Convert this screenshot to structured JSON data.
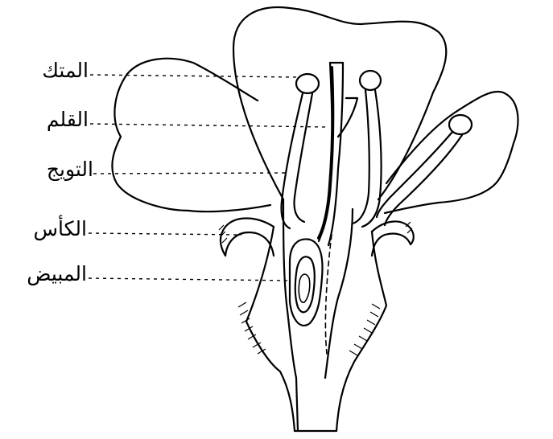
{
  "diagram": {
    "labels": [
      {
        "id": "anther",
        "text": "المتك"
      },
      {
        "id": "style",
        "text": "القلم"
      },
      {
        "id": "corolla",
        "text": "التويج"
      },
      {
        "id": "calyx",
        "text": "الكأس"
      },
      {
        "id": "ovary",
        "text": "المبيض"
      }
    ]
  },
  "colors": {
    "ink": "#000000",
    "background": "#ffffff"
  }
}
